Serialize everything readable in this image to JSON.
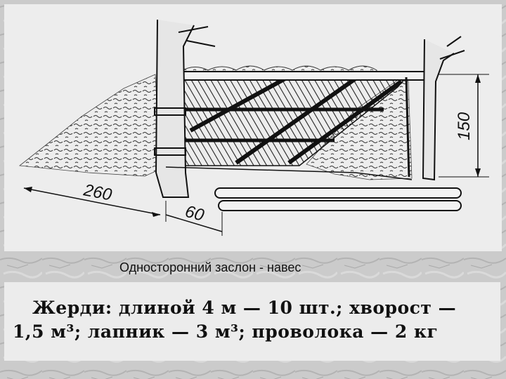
{
  "diagram": {
    "dimensions": {
      "length": "260",
      "offset": "60",
      "height": "150"
    }
  },
  "caption": "Односторонний заслон - навес",
  "materials": {
    "line1": "Жерди: длиной 4 м — 10 шт.; хворост —",
    "line2": "1,5 м³; лапник — 3 м³; проволока — 2 кг"
  }
}
